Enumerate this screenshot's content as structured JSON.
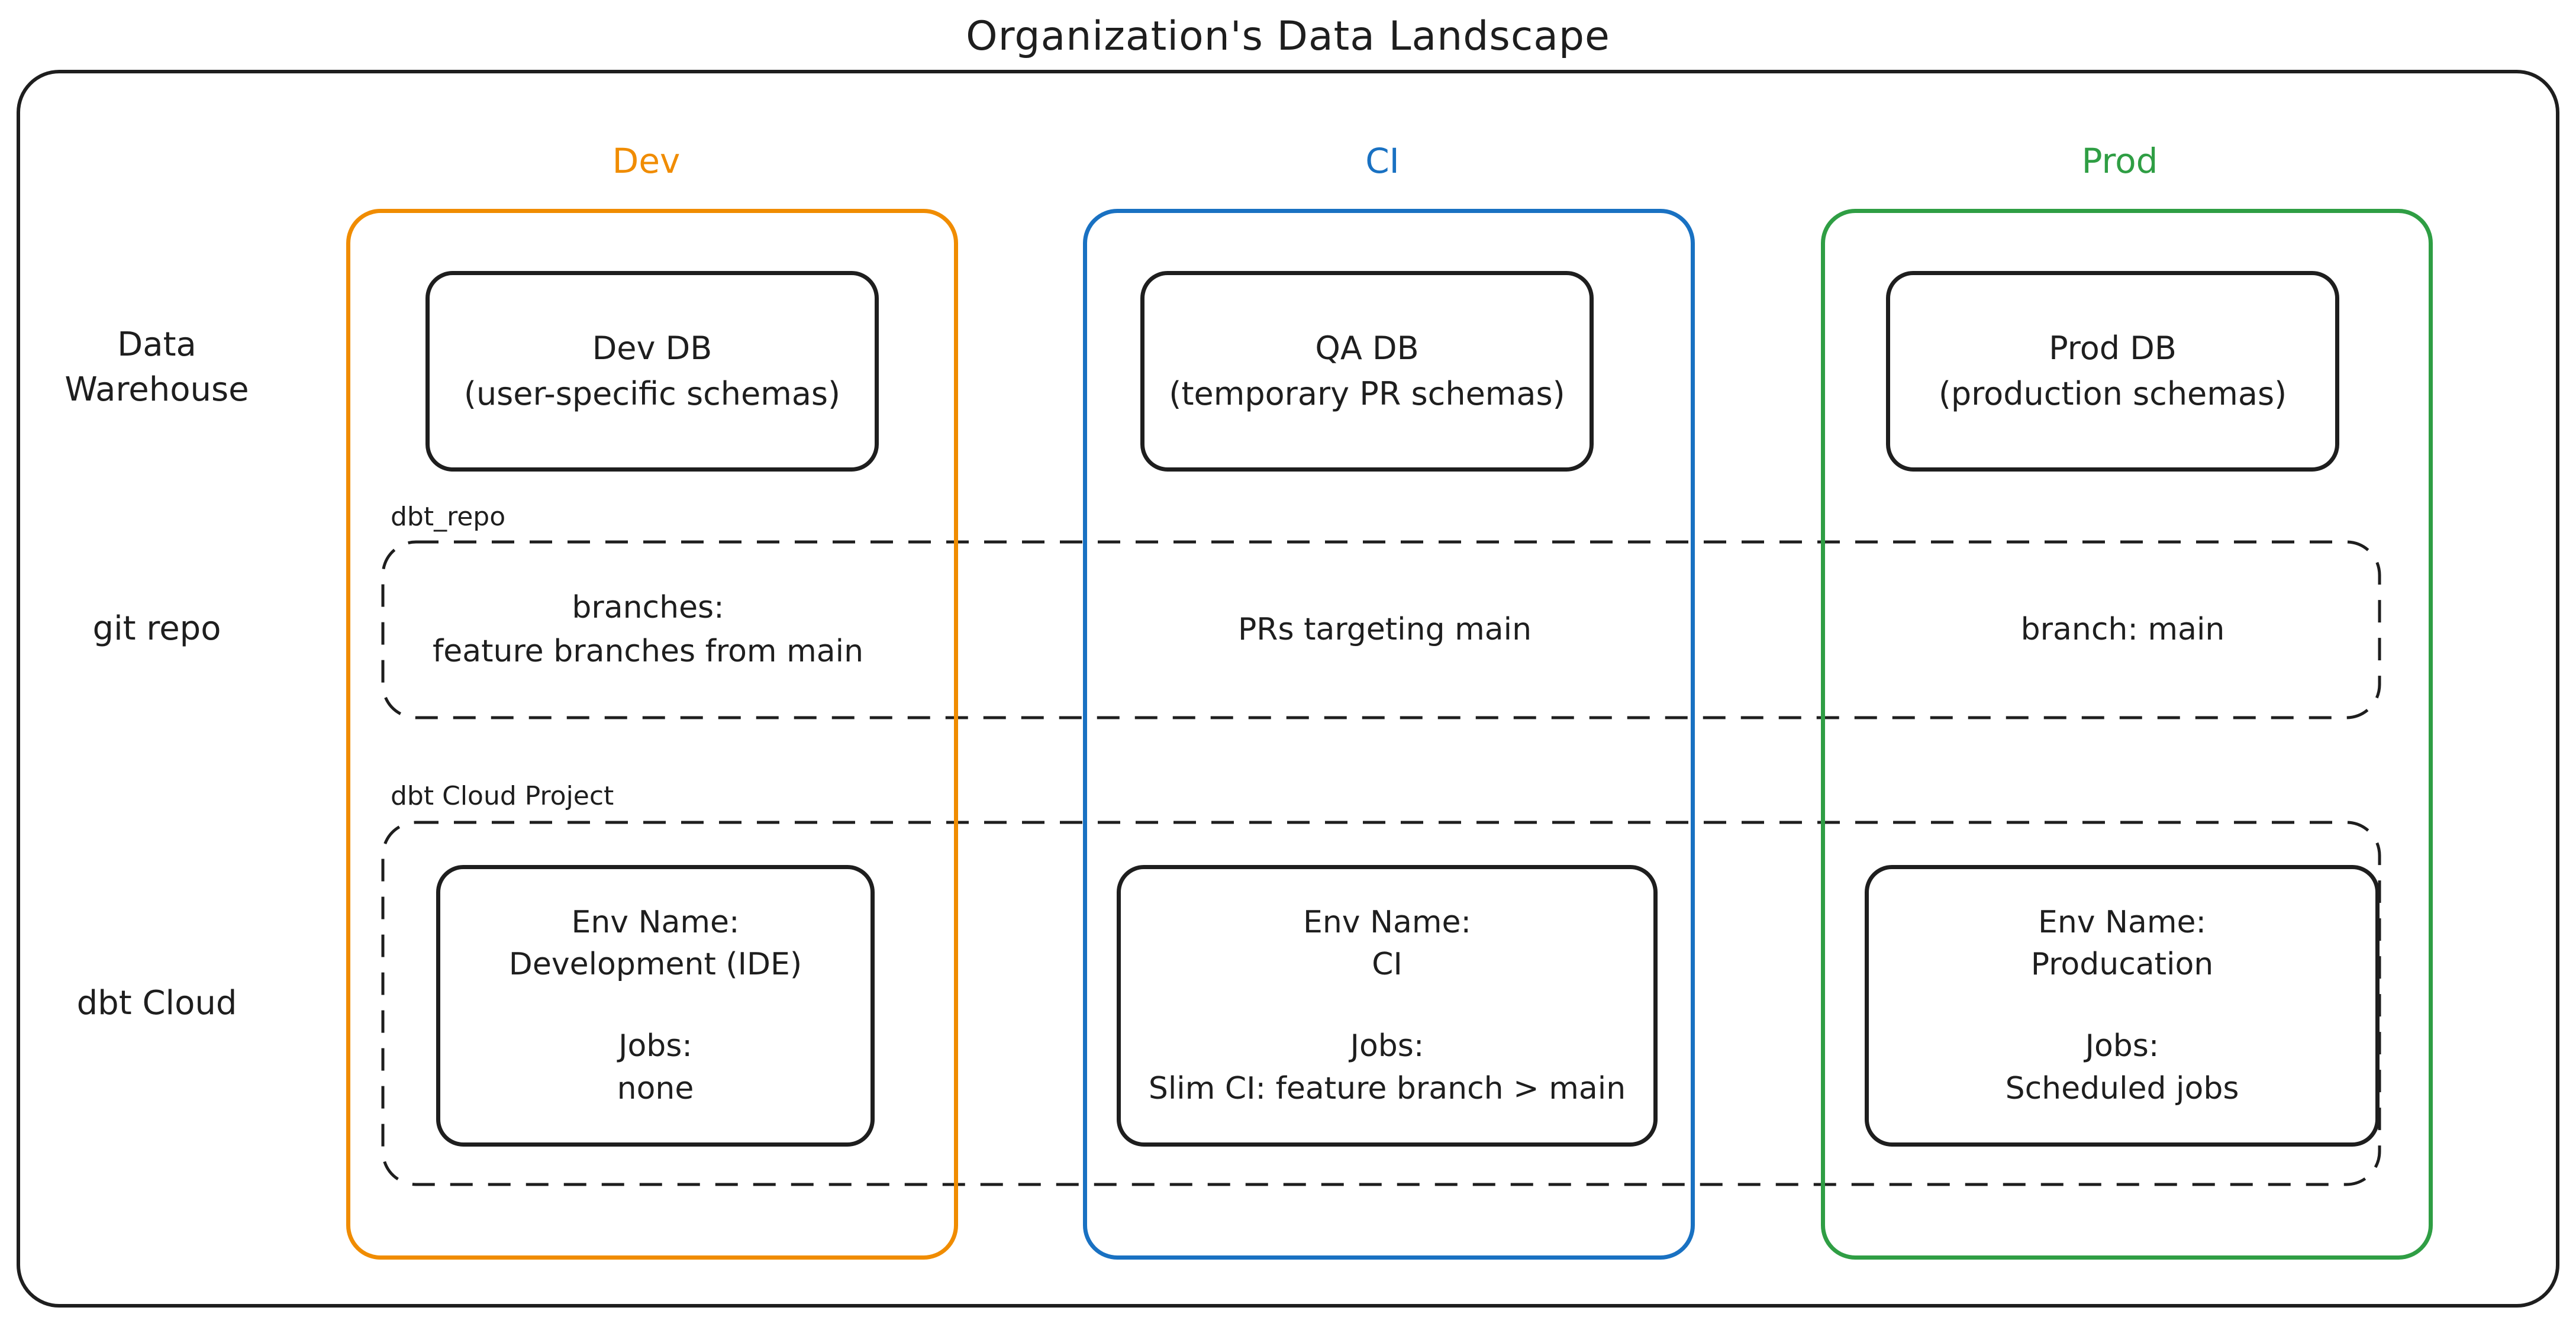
{
  "title": "Organization's Data Landscape",
  "palette": {
    "dev_accent": "#f08c00",
    "ci_accent": "#1971c2",
    "prod_accent": "#2f9e44",
    "ink": "#1e1e1e"
  },
  "columns": {
    "dev": "Dev",
    "ci": "CI",
    "prod": "Prod"
  },
  "row_labels": {
    "warehouse_line1": "Data",
    "warehouse_line2": "Warehouse",
    "git": "git repo",
    "cloud": "dbt Cloud"
  },
  "warehouse": {
    "dev_title": "Dev DB",
    "dev_sub": "(user-specific schemas)",
    "ci_title": "QA DB",
    "ci_sub": "(temporary PR schemas)",
    "prod_title": "Prod DB",
    "prod_sub": "(production schemas)"
  },
  "git_repo": {
    "container_label": "dbt_repo",
    "dev_line1": "branches:",
    "dev_line2": "feature branches from main",
    "ci_text": "PRs targeting main",
    "prod_text": "branch: main"
  },
  "dbt_cloud": {
    "container_label": "dbt Cloud Project",
    "env_name_label": "Env Name:",
    "jobs_label": "Jobs:",
    "dev_env": "Development (IDE)",
    "dev_jobs": "none",
    "ci_env": "CI",
    "ci_jobs": "Slim CI: feature branch > main",
    "prod_env": "Producation",
    "prod_jobs": "Scheduled jobs"
  }
}
